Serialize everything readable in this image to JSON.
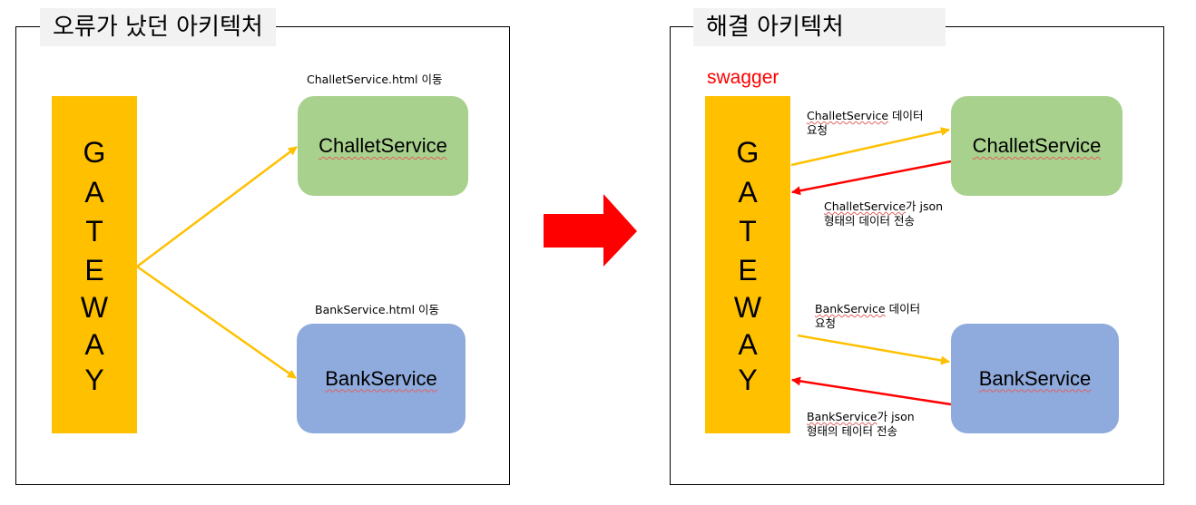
{
  "left_panel": {
    "title": "오류가 났던 아키텍처",
    "gateway_letters": [
      "G",
      "A",
      "T",
      "E",
      "W",
      "A",
      "Y"
    ],
    "challet_note": "ChalletService.html 이동",
    "bank_note": "BankService.html 이동",
    "challet_label": "ChalletService",
    "bank_label": "BankService"
  },
  "right_panel": {
    "title": "해결 아키텍처",
    "swagger_label": "swagger",
    "gateway_letters": [
      "G",
      "A",
      "T",
      "E",
      "W",
      "A",
      "Y"
    ],
    "challet_label": "ChalletService",
    "bank_label": "BankService",
    "challet_request_note": {
      "svc": "ChalletService",
      "rest": " 데이터",
      "line2": "요청"
    },
    "challet_response_note": {
      "svc": "ChalletService",
      "rest": "가 json",
      "line2": "형태의 데이터 전송"
    },
    "bank_request_note": {
      "svc": "BankService",
      "rest": " 데이터",
      "line2": "요청"
    },
    "bank_response_note": {
      "svc": "BankService",
      "rest": "가 json",
      "line2": "형태의 테이터 전송"
    }
  },
  "colors": {
    "gateway": "#ffc000",
    "challet_box": "#a9d18e",
    "bank_box": "#8faadc",
    "request_arrow": "#ffc000",
    "response_arrow": "#ff0000",
    "transition_arrow": "#ff0000",
    "swagger_text": "#ff0000"
  }
}
